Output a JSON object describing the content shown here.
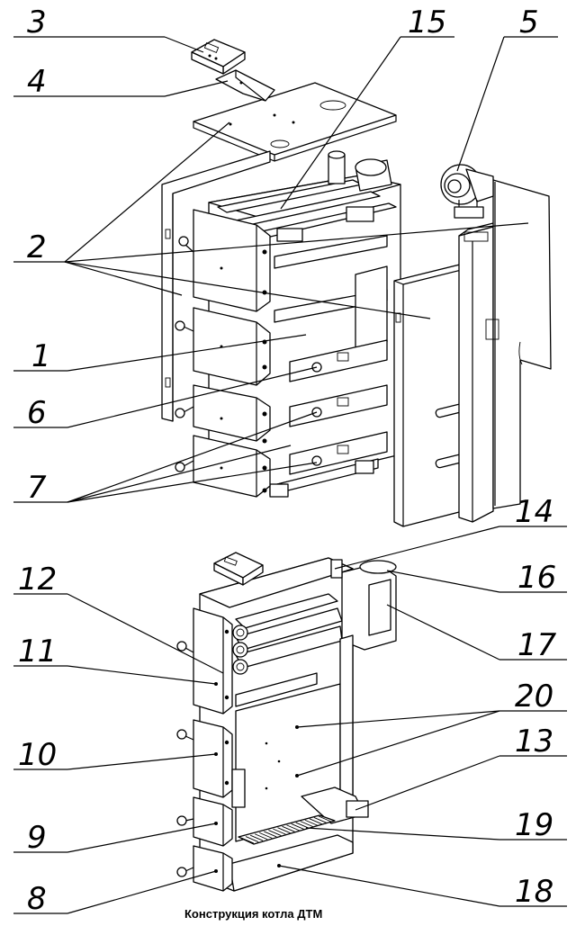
{
  "diagram": {
    "caption": "Конструкция котла ДТМ",
    "callouts": [
      {
        "id": "c3",
        "label": "3"
      },
      {
        "id": "c4",
        "label": "4"
      },
      {
        "id": "c15",
        "label": "15"
      },
      {
        "id": "c5",
        "label": "5"
      },
      {
        "id": "c2",
        "label": "2"
      },
      {
        "id": "c1",
        "label": "1"
      },
      {
        "id": "c6",
        "label": "6"
      },
      {
        "id": "c7",
        "label": "7"
      },
      {
        "id": "c14",
        "label": "14"
      },
      {
        "id": "c12",
        "label": "12"
      },
      {
        "id": "c16",
        "label": "16"
      },
      {
        "id": "c11",
        "label": "11"
      },
      {
        "id": "c17",
        "label": "17"
      },
      {
        "id": "c20",
        "label": "20"
      },
      {
        "id": "c10",
        "label": "10"
      },
      {
        "id": "c13",
        "label": "13"
      },
      {
        "id": "c9",
        "label": "9"
      },
      {
        "id": "c19",
        "label": "19"
      },
      {
        "id": "c8",
        "label": "8"
      },
      {
        "id": "c18",
        "label": "18"
      }
    ]
  }
}
